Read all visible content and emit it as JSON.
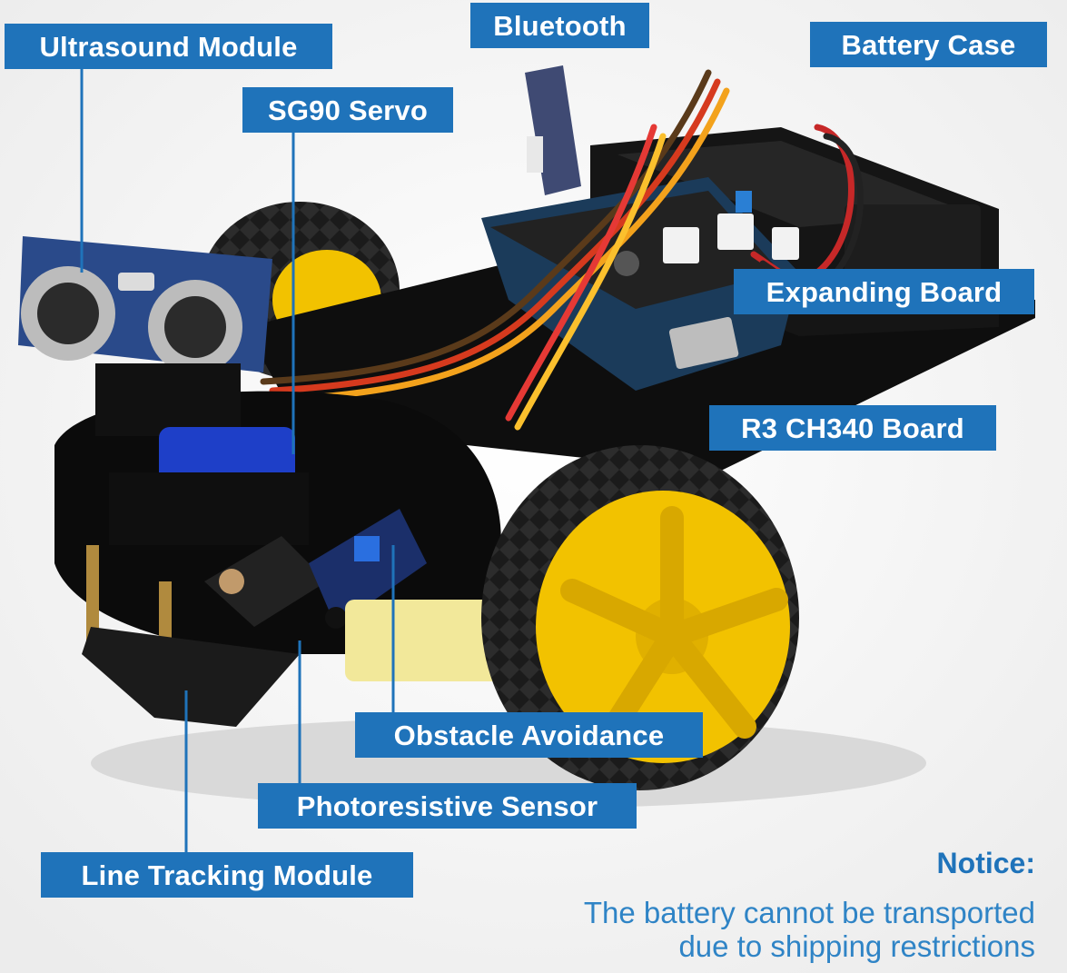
{
  "labels": {
    "ultrasound": "Ultrasound Module",
    "bluetooth": "Bluetooth",
    "battery_case": "Battery Case",
    "servo": "SG90 Servo",
    "expanding_board": "Expanding Board",
    "r3_board": "R3 CH340 Board",
    "obstacle": "Obstacle Avoidance",
    "photoresistive": "Photoresistive Sensor",
    "line_tracking": "Line Tracking Module"
  },
  "notice": {
    "title": "Notice:",
    "line1": "The battery cannot be transported",
    "line2": "due to shipping restrictions"
  },
  "colors": {
    "label_bg": "#1f73ba",
    "label_text": "#ffffff",
    "notice_text": "#2f84c6",
    "wheel_yellow": "#f2c200",
    "chassis_black": "#111111"
  }
}
